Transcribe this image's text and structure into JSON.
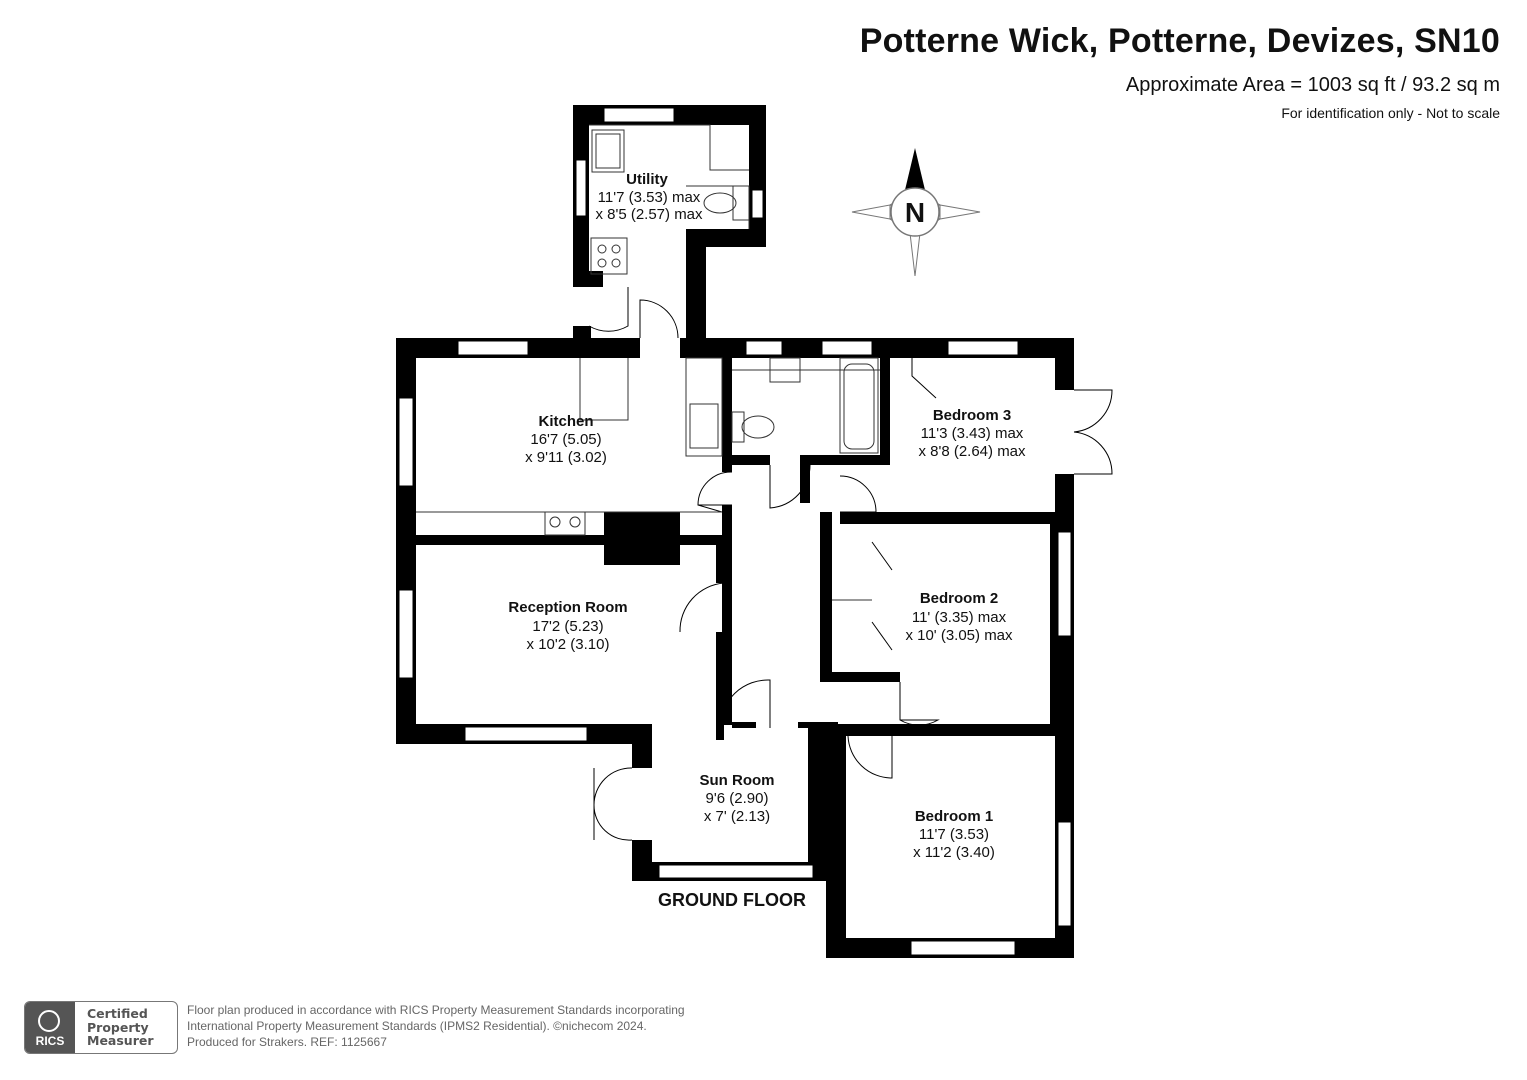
{
  "header": {
    "title": "Potterne Wick, Potterne, Devizes, SN10",
    "area": "Approximate Area = 1003 sq ft / 93.2 sq m",
    "note": "For identification only - Not to scale"
  },
  "compass": {
    "letter": "N"
  },
  "rooms": [
    {
      "name": "Utility",
      "dims": [
        "11'7 (3.53) max",
        "x 8'5 (2.57) max"
      ]
    },
    {
      "name": "Kitchen",
      "dims": [
        "16'7 (5.05)",
        "x 9'11 (3.02)"
      ]
    },
    {
      "name": "Reception Room",
      "dims": [
        "17'2 (5.23)",
        "x 10'2 (3.10)"
      ]
    },
    {
      "name": "Sun Room",
      "dims": [
        "9'6 (2.90)",
        "x 7' (2.13)"
      ]
    },
    {
      "name": "Bedroom 3",
      "dims": [
        "11'3 (3.43) max",
        "x 8'8 (2.64) max"
      ]
    },
    {
      "name": "Bedroom 2",
      "dims": [
        "11' (3.35) max",
        "x 10' (3.05) max"
      ]
    },
    {
      "name": "Bedroom 1",
      "dims": [
        "11'7 (3.53)",
        "x 11'2 (3.40)"
      ]
    }
  ],
  "floor_label": "GROUND FLOOR",
  "badge": {
    "logo_text": "RICS",
    "lines": [
      "Certified",
      "Property",
      "Measurer"
    ]
  },
  "footer": {
    "lines": [
      "Floor plan produced in accordance with RICS Property Measurement Standards incorporating",
      "International Property Measurement Standards (IPMS2 Residential).   ©nichecom 2024.",
      "Produced for Strakers.   REF:  1125667"
    ]
  },
  "colors": {
    "wall": "#000000",
    "background": "#ffffff",
    "fixture": "#333333",
    "footer_text": "#666666"
  }
}
